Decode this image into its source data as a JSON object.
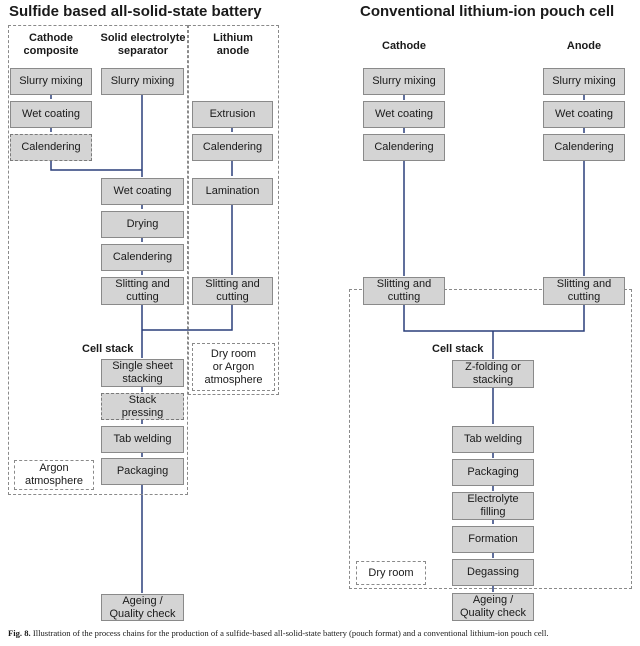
{
  "left_title": "Sulfide based all-solid-state battery",
  "right_title": "Conventional lithium-ion pouch cell",
  "left_columns": {
    "cathode_composite": "Cathode\ncomposite",
    "separator": "Solid electrolyte\nseparator",
    "lithium_anode": "Lithium\nanode"
  },
  "right_columns": {
    "cathode": "Cathode",
    "anode": "Anode"
  },
  "left_steps": {
    "cath_slurry": "Slurry mixing",
    "cath_wet": "Wet coating",
    "cath_cal": "Calendering",
    "sep_slurry": "Slurry mixing",
    "sep_wet": "Wet coating",
    "sep_dry": "Drying",
    "sep_cal": "Calendering",
    "sep_slit": "Slitting and\ncutting",
    "an_extrusion": "Extrusion",
    "an_cal": "Calendering",
    "an_lam": "Lamination",
    "an_slit": "Slitting and\ncutting",
    "cell_stack": "Cell stack",
    "stacking": "Single sheet\nstacking",
    "pressing": "Stack\npressing",
    "tab": "Tab welding",
    "packaging": "Packaging",
    "ageing": "Ageing /\nQuality check"
  },
  "left_notes": {
    "dry_room": "Dry room\nor Argon\natmosphere",
    "argon": "Argon\natmosphere"
  },
  "right_steps": {
    "cath_slurry": "Slurry mixing",
    "cath_wet": "Wet coating",
    "cath_cal": "Calendering",
    "cath_slit": "Slitting and\ncutting",
    "an_slurry": "Slurry mixing",
    "an_wet": "Wet coating",
    "an_cal": "Calendering",
    "an_slit": "Slitting and\ncutting",
    "cell_stack": "Cell stack",
    "zfold": "Z-folding or\nstacking",
    "tab": "Tab welding",
    "packaging": "Packaging",
    "electrolyte": "Electrolyte\nfilling",
    "formation": "Formation",
    "degassing": "Degassing",
    "ageing": "Ageing /\nQuality check"
  },
  "right_notes": {
    "dry_room": "Dry room"
  },
  "caption": {
    "label": "Fig. 8.",
    "text": "Illustration of the process chains for the production of a sulfide-based all-solid-state battery (pouch format) and a conventional lithium-ion pouch cell."
  }
}
